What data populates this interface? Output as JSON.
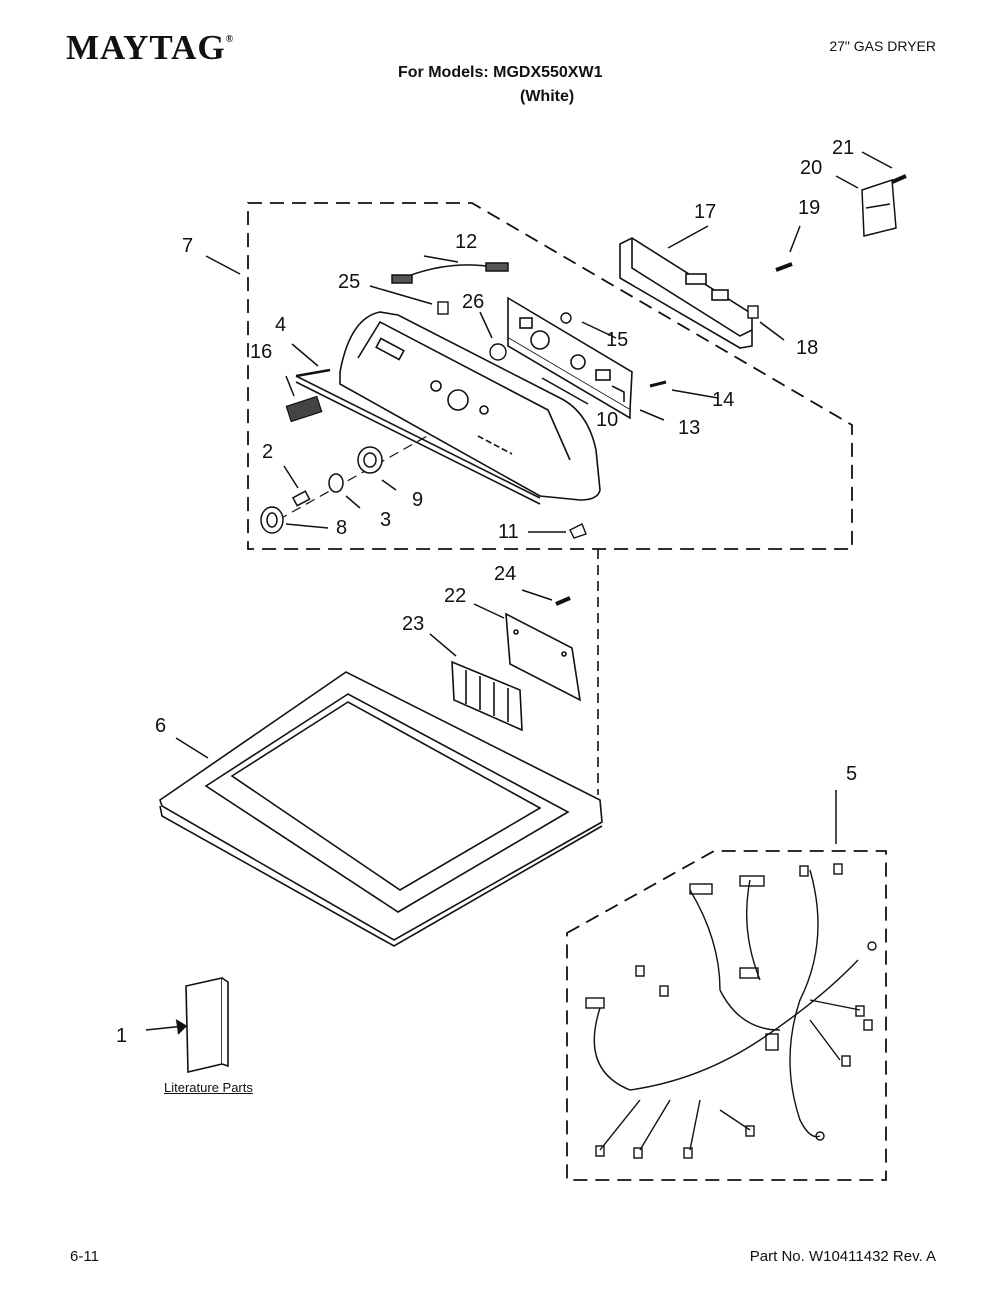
{
  "header": {
    "brand": "MAYTAG",
    "brand_mark": "®",
    "doc_type": "27\" GAS DRYER",
    "models_line": "For Models: MGDX550XW1",
    "color_line": "(White)"
  },
  "callouts": [
    "1",
    "2",
    "3",
    "4",
    "5",
    "6",
    "7",
    "8",
    "9",
    "10",
    "11",
    "12",
    "13",
    "14",
    "15",
    "16",
    "17",
    "18",
    "19",
    "20",
    "21",
    "22",
    "23",
    "24",
    "25",
    "26"
  ],
  "literature_label": "Literature Parts",
  "footer": {
    "page": "6-11",
    "part_number": "Part No. W10411432 Rev. A"
  },
  "colors": {
    "ink": "#111111",
    "paper": "#ffffff"
  }
}
